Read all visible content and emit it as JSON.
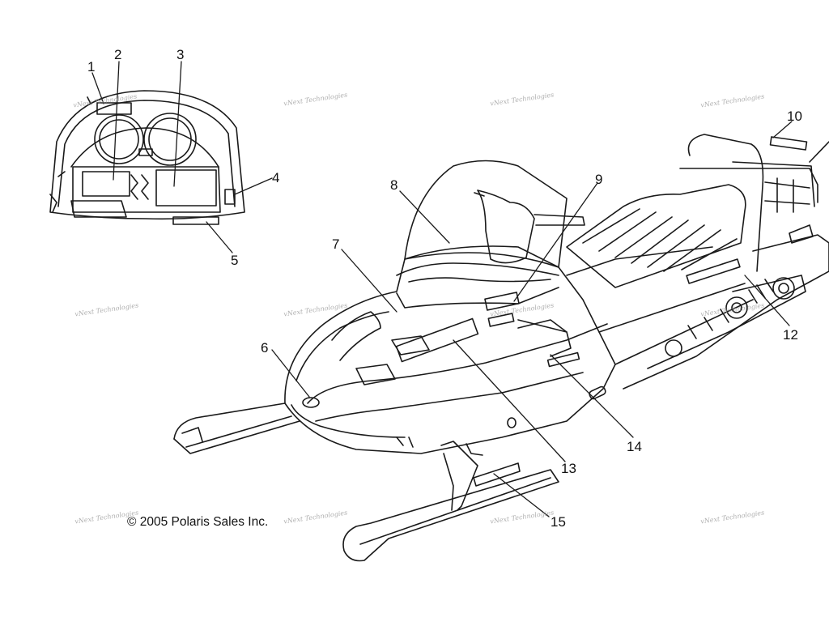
{
  "callouts": [
    {
      "num": "1"
    },
    {
      "num": "2"
    },
    {
      "num": "3"
    },
    {
      "num": "4"
    },
    {
      "num": "5"
    },
    {
      "num": "6"
    },
    {
      "num": "7"
    },
    {
      "num": "8"
    },
    {
      "num": "9"
    },
    {
      "num": "10"
    },
    {
      "num": "12"
    },
    {
      "num": "13"
    },
    {
      "num": "14"
    },
    {
      "num": "15"
    }
  ],
  "copyright": "© 2005 Polaris Sales Inc.",
  "watermark": "vNext Technologies"
}
